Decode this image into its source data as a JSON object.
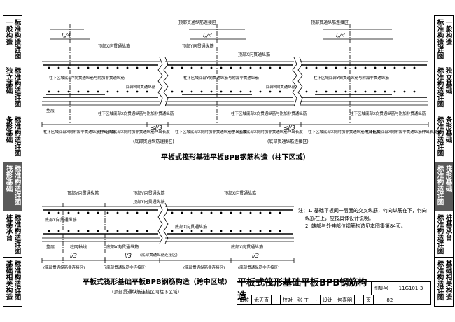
{
  "left_tabs": [
    {
      "lines": [
        "一般构造",
        "标准构造详图"
      ],
      "active": false
    },
    {
      "lines": [
        "独立基础",
        "标准构造详图"
      ],
      "active": false
    },
    {
      "lines": [
        "条形基础",
        "标准构造详图"
      ],
      "active": false
    },
    {
      "lines": [
        "筏形基础",
        "标准构造详图"
      ],
      "active": true
    },
    {
      "lines": [
        "桩基承台",
        "标准构造详图"
      ],
      "active": false
    },
    {
      "lines": [
        "基础相关构造",
        "标准构造详图"
      ],
      "active": false
    }
  ],
  "right_tabs": [
    {
      "lines": [
        "标准构造详图",
        "一般构造"
      ],
      "active": false
    },
    {
      "lines": [
        "标准构造详图",
        "独立基础"
      ],
      "active": false
    },
    {
      "lines": [
        "标准构造详图",
        "条形基础"
      ],
      "active": false
    },
    {
      "lines": [
        "标准构造详图",
        "筏形基础"
      ],
      "active": true
    },
    {
      "lines": [
        "标准构造详图",
        "桩基承台"
      ],
      "active": false
    },
    {
      "lines": [
        "标准构造详图",
        "基础相关构造"
      ],
      "active": false
    }
  ],
  "diagram1": {
    "top_label": "顶部贯通纵筋连接区",
    "dim_l4": "l",
    "dim_sub": "n",
    "dim_frac": "/4",
    "top_x_label": "顶部X向贯通纵筋",
    "top_y_label": "顶部Y向贯通纵筋",
    "bottom_labels_a": "柱下区域底部Y向贯通纵筋与附加非贯通纵筋",
    "bottom_labels_b": "底部X向贯通纵筋",
    "bottom_labels_c": "柱下区域底部Y向贯通纵筋与附加非贯通纵筋",
    "bottom_labels_d": "柱下区域底部X向贯通纵筋与附加非贯通纵筋",
    "cushion": "垫层",
    "under_a": "柱下区域底部X向附加非贯通纵筋伸出长度",
    "under_b": "柱下区域底部X向附加非贯通纵筋伸出长度",
    "under_c": "≤l/3",
    "under_d": "(底部贯通纵筋连接区)",
    "caption": "平板式筏形基础平板BPB钢筋构造（柱下区域）"
  },
  "diagram2": {
    "top_label_a": "顶部Y向贯通纵筋",
    "top_label_b": "顶部Y向贯通纵筋",
    "top_label_c": "顶部X向贯通纵筋",
    "bottom_label_a": "底部Y向贯通纵筋",
    "bottom_label_b": "底部X向贯通纵筋",
    "cushion": "垫层",
    "axis": "柱网轴线",
    "dim_a": "(底部贯通纵筋非连接区)",
    "dim_b": "(底部贯通纵筋连接区)",
    "dim_c": "(底部贯通纵筋非连接区)",
    "l3": "l/3",
    "caption": "平板式筏形基础平板BPB钢筋构造（跨中区域）",
    "subcaption": "(顶部贯通纵筋连接区同柱下区域)"
  },
  "notes": [
    "注：1. 基础平板同一层面的交叉纵筋，何向纵筋在下，何向纵筋在上，应按具体设计说明。",
    "2. 端部与外伸部位钢筋构造见本图集第84页。"
  ],
  "titleblock": {
    "title": "平板式筏形基础平板BPB钢筋构造",
    "atlas_label": "图集号",
    "atlas_no": "11G101-3",
    "review": "审核",
    "reviewer": "尤天直",
    "check": "校对",
    "checker": "张 工",
    "design": "设计",
    "designer": "何喜明",
    "page_label": "页",
    "page_no": "82"
  }
}
